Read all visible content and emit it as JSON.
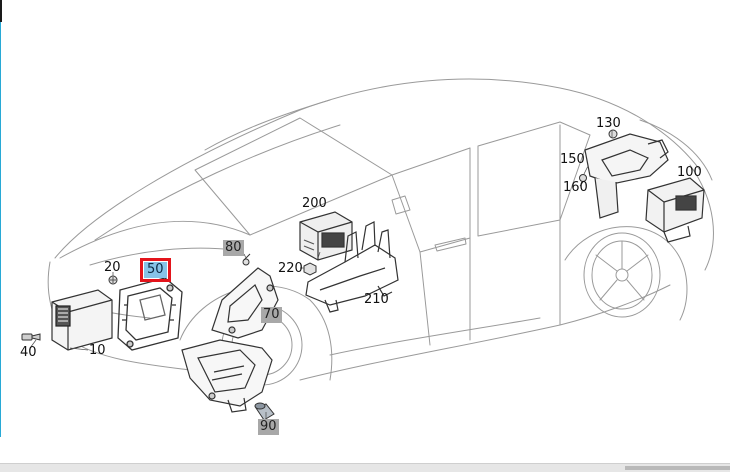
{
  "diagram": {
    "callouts": {
      "c10": "10",
      "c20": "20",
      "c40": "40",
      "c50": "50",
      "c70": "70",
      "c80": "80",
      "c90": "90",
      "c100": "100",
      "c130": "130",
      "c150": "150",
      "c160": "160",
      "c200": "200",
      "c210": "210",
      "c220": "220"
    },
    "selected_callout": "50",
    "colors": {
      "line": "#8a8a8a",
      "part": "#3a3a3a",
      "highlight_fill": "#87c3e7",
      "highlight_border": "#e3141b",
      "grey_tag": "#a8a8a8"
    }
  }
}
